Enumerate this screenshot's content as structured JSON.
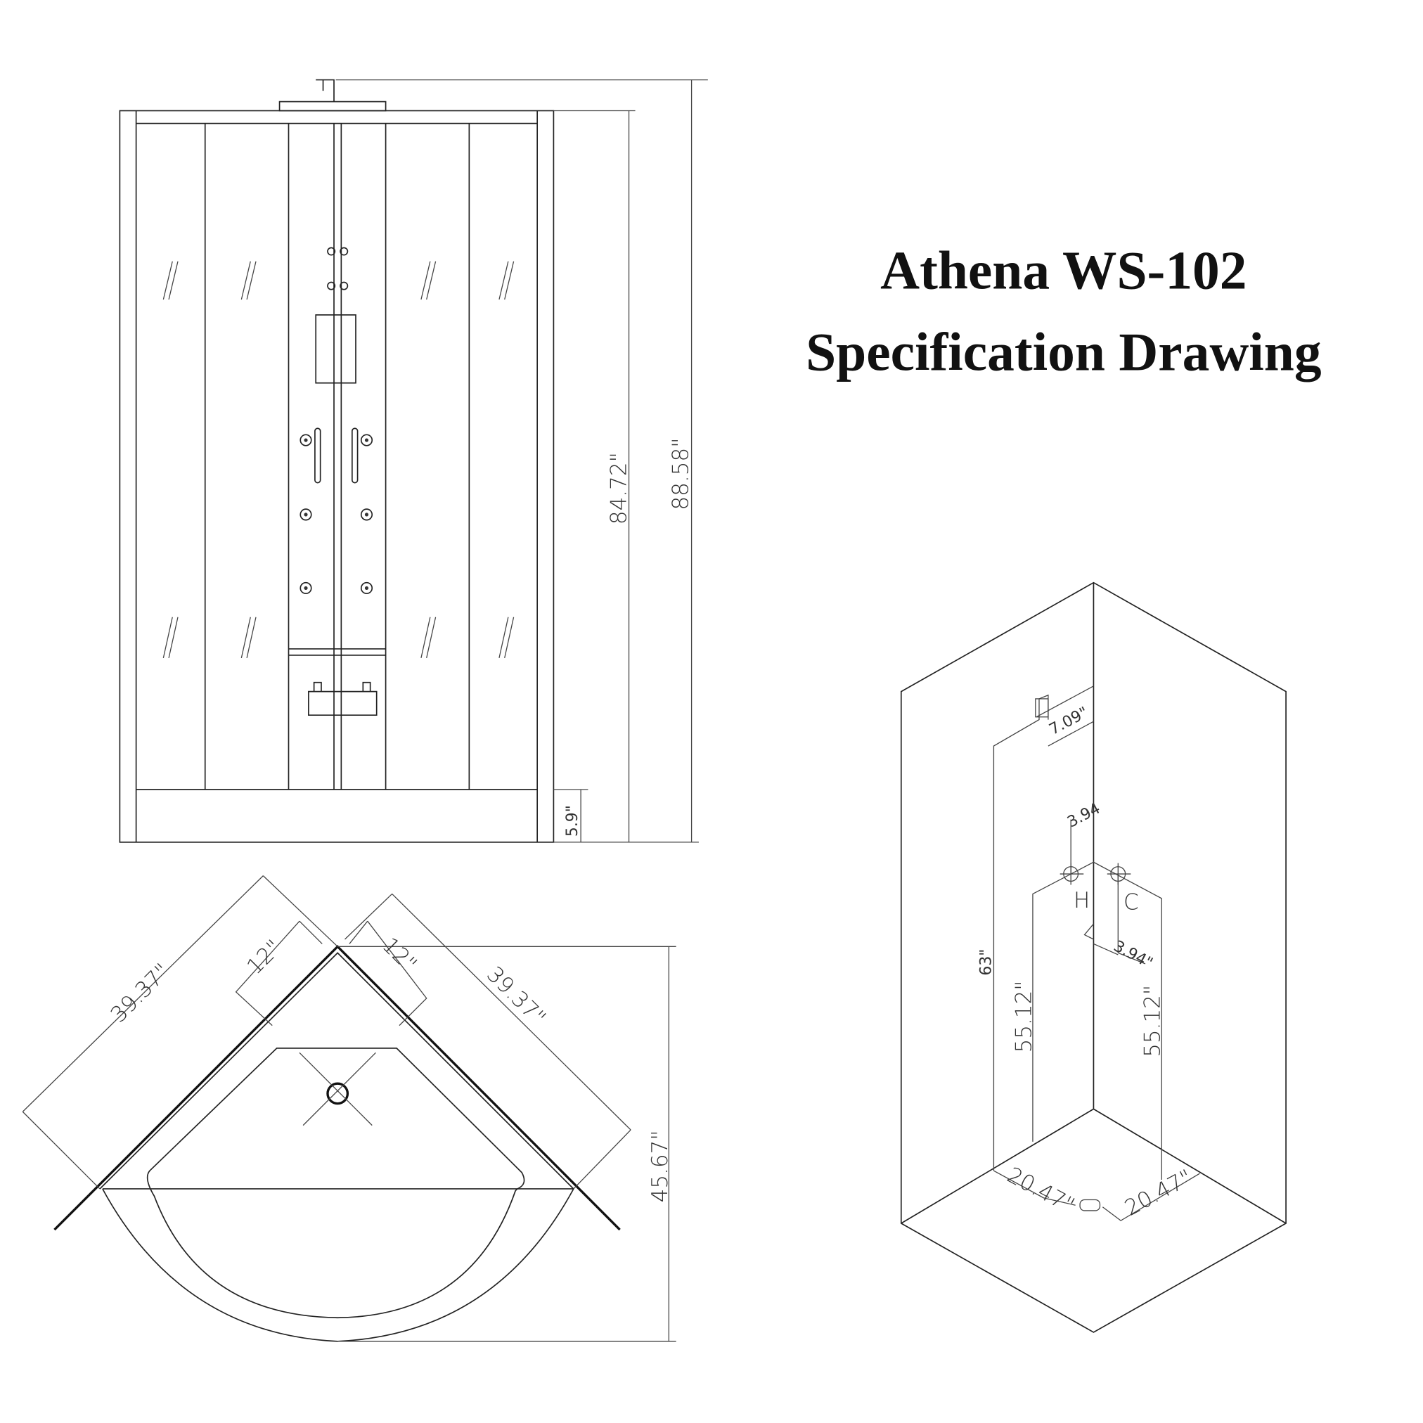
{
  "title": {
    "line1": "Athena WS-102",
    "line2": "Specification Drawing"
  },
  "front_view": {
    "overall_height": "88.58\"",
    "frame_height": "84.72\"",
    "base_height": "5.9\""
  },
  "plan_view": {
    "left_side": "39.37\"",
    "right_side": "39.37\"",
    "left_offset": "12\"",
    "right_offset": "12\"",
    "depth": "45.67\""
  },
  "iso_view": {
    "shower_offset": "7.09\"",
    "valve_spacing_top": "3.94",
    "valve_spacing": "3.94\"",
    "hot_label": "H",
    "cold_label": "C",
    "shower_height": "63\"",
    "left_valve_height": "55.12\"",
    "right_valve_height": "55.12\"",
    "drain_left": "20.47\"",
    "drain_right": "20.47\""
  }
}
